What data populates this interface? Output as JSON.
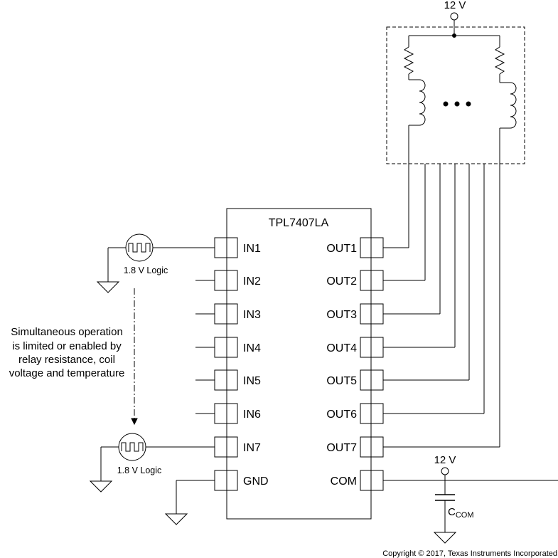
{
  "chip": {
    "name": "TPL7407LA",
    "left_pins": [
      "IN1",
      "IN2",
      "IN3",
      "IN4",
      "IN5",
      "IN6",
      "IN7",
      "GND"
    ],
    "right_pins": [
      "OUT1",
      "OUT2",
      "OUT3",
      "OUT4",
      "OUT5",
      "OUT6",
      "OUT7",
      "COM"
    ]
  },
  "supply": {
    "top_label": "12 V",
    "com_label": "12 V"
  },
  "sources": {
    "top_label": "1.8 V Logic",
    "bottom_label": "1.8 V Logic"
  },
  "annotation": {
    "lines": [
      "Simultaneous operation",
      "is limited or enabled by",
      "relay resistance, coil",
      "voltage and temperature"
    ]
  },
  "capacitor": {
    "label_main": "C",
    "label_sub": "COM"
  },
  "copyright": "Copyright © 2017, Texas Instruments Incorporated"
}
